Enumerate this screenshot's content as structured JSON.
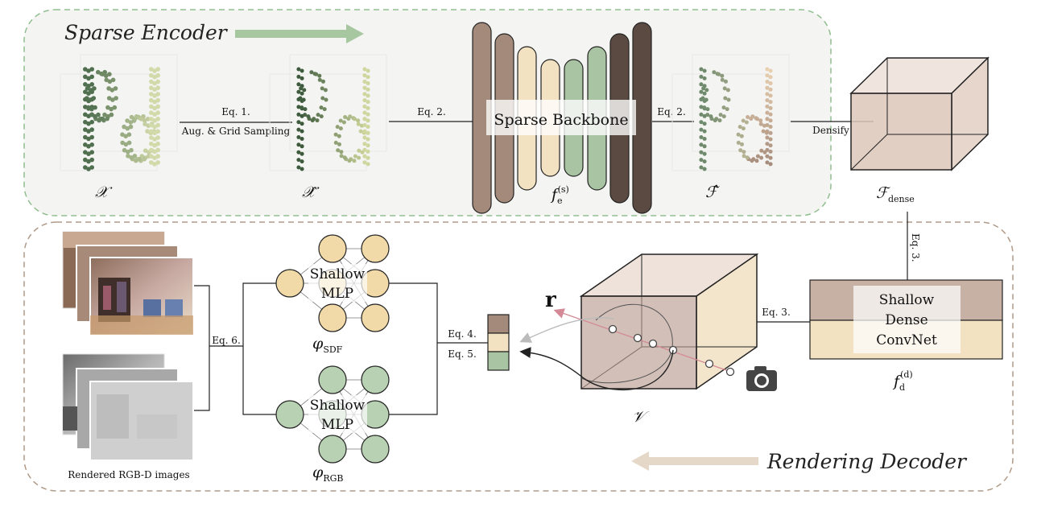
{
  "sections": {
    "encoder_title": "Sparse Encoder",
    "decoder_title": "Rendering Decoder"
  },
  "encoder": {
    "input_symbol": "𝒳",
    "sampled_symbol": "𝒳̂",
    "eq1_label": "Eq. 1.",
    "eq1_caption": "Aug. & Grid Sampling",
    "eq2_left": "Eq. 2.",
    "eq2_right": "Eq. 2.",
    "backbone_label": "Sparse Backbone",
    "backbone_symbol": "f",
    "backbone_sub": "e",
    "backbone_sup": "(s)",
    "features_symbol": "ℱ̂",
    "densify_label": "Densify",
    "dense_symbol": "ℱ",
    "dense_sub": "dense"
  },
  "decoder": {
    "eq3_vertical": "Eq. 3.",
    "eq3_horizontal": "Eq. 3.",
    "convnet_lines": [
      "Shallow",
      "Dense",
      "ConvNet"
    ],
    "convnet_symbol": "f",
    "convnet_sub": "d",
    "convnet_sup": "(d)",
    "volume_symbol": "𝒱",
    "ray_symbol": "r",
    "eq4": "Eq. 4.",
    "eq5": "Eq. 5.",
    "eq6": "Eq. 6.",
    "mlp_sdf_lines": [
      "Shallow",
      "MLP"
    ],
    "mlp_sdf_symbol": "φ",
    "mlp_sdf_sub": "SDF",
    "mlp_rgb_lines": [
      "Shallow",
      "MLP"
    ],
    "mlp_rgb_symbol": "φ",
    "mlp_rgb_sub": "RGB",
    "images_caption": "Rendered RGB-D images"
  },
  "colors": {
    "encoder_border": "#8fbf8f",
    "decoder_border": "#b09a88",
    "sdf_node": "#f1d9a8",
    "rgb_node": "#b8d1b3",
    "dark_brown": "#5a4a42",
    "mid_brown": "#a48a7a",
    "cube_face": "#d8c1b2",
    "cream": "#f3e2c2",
    "green_bar": "#a8c4a2",
    "dark_green": "#6f8f6c"
  }
}
